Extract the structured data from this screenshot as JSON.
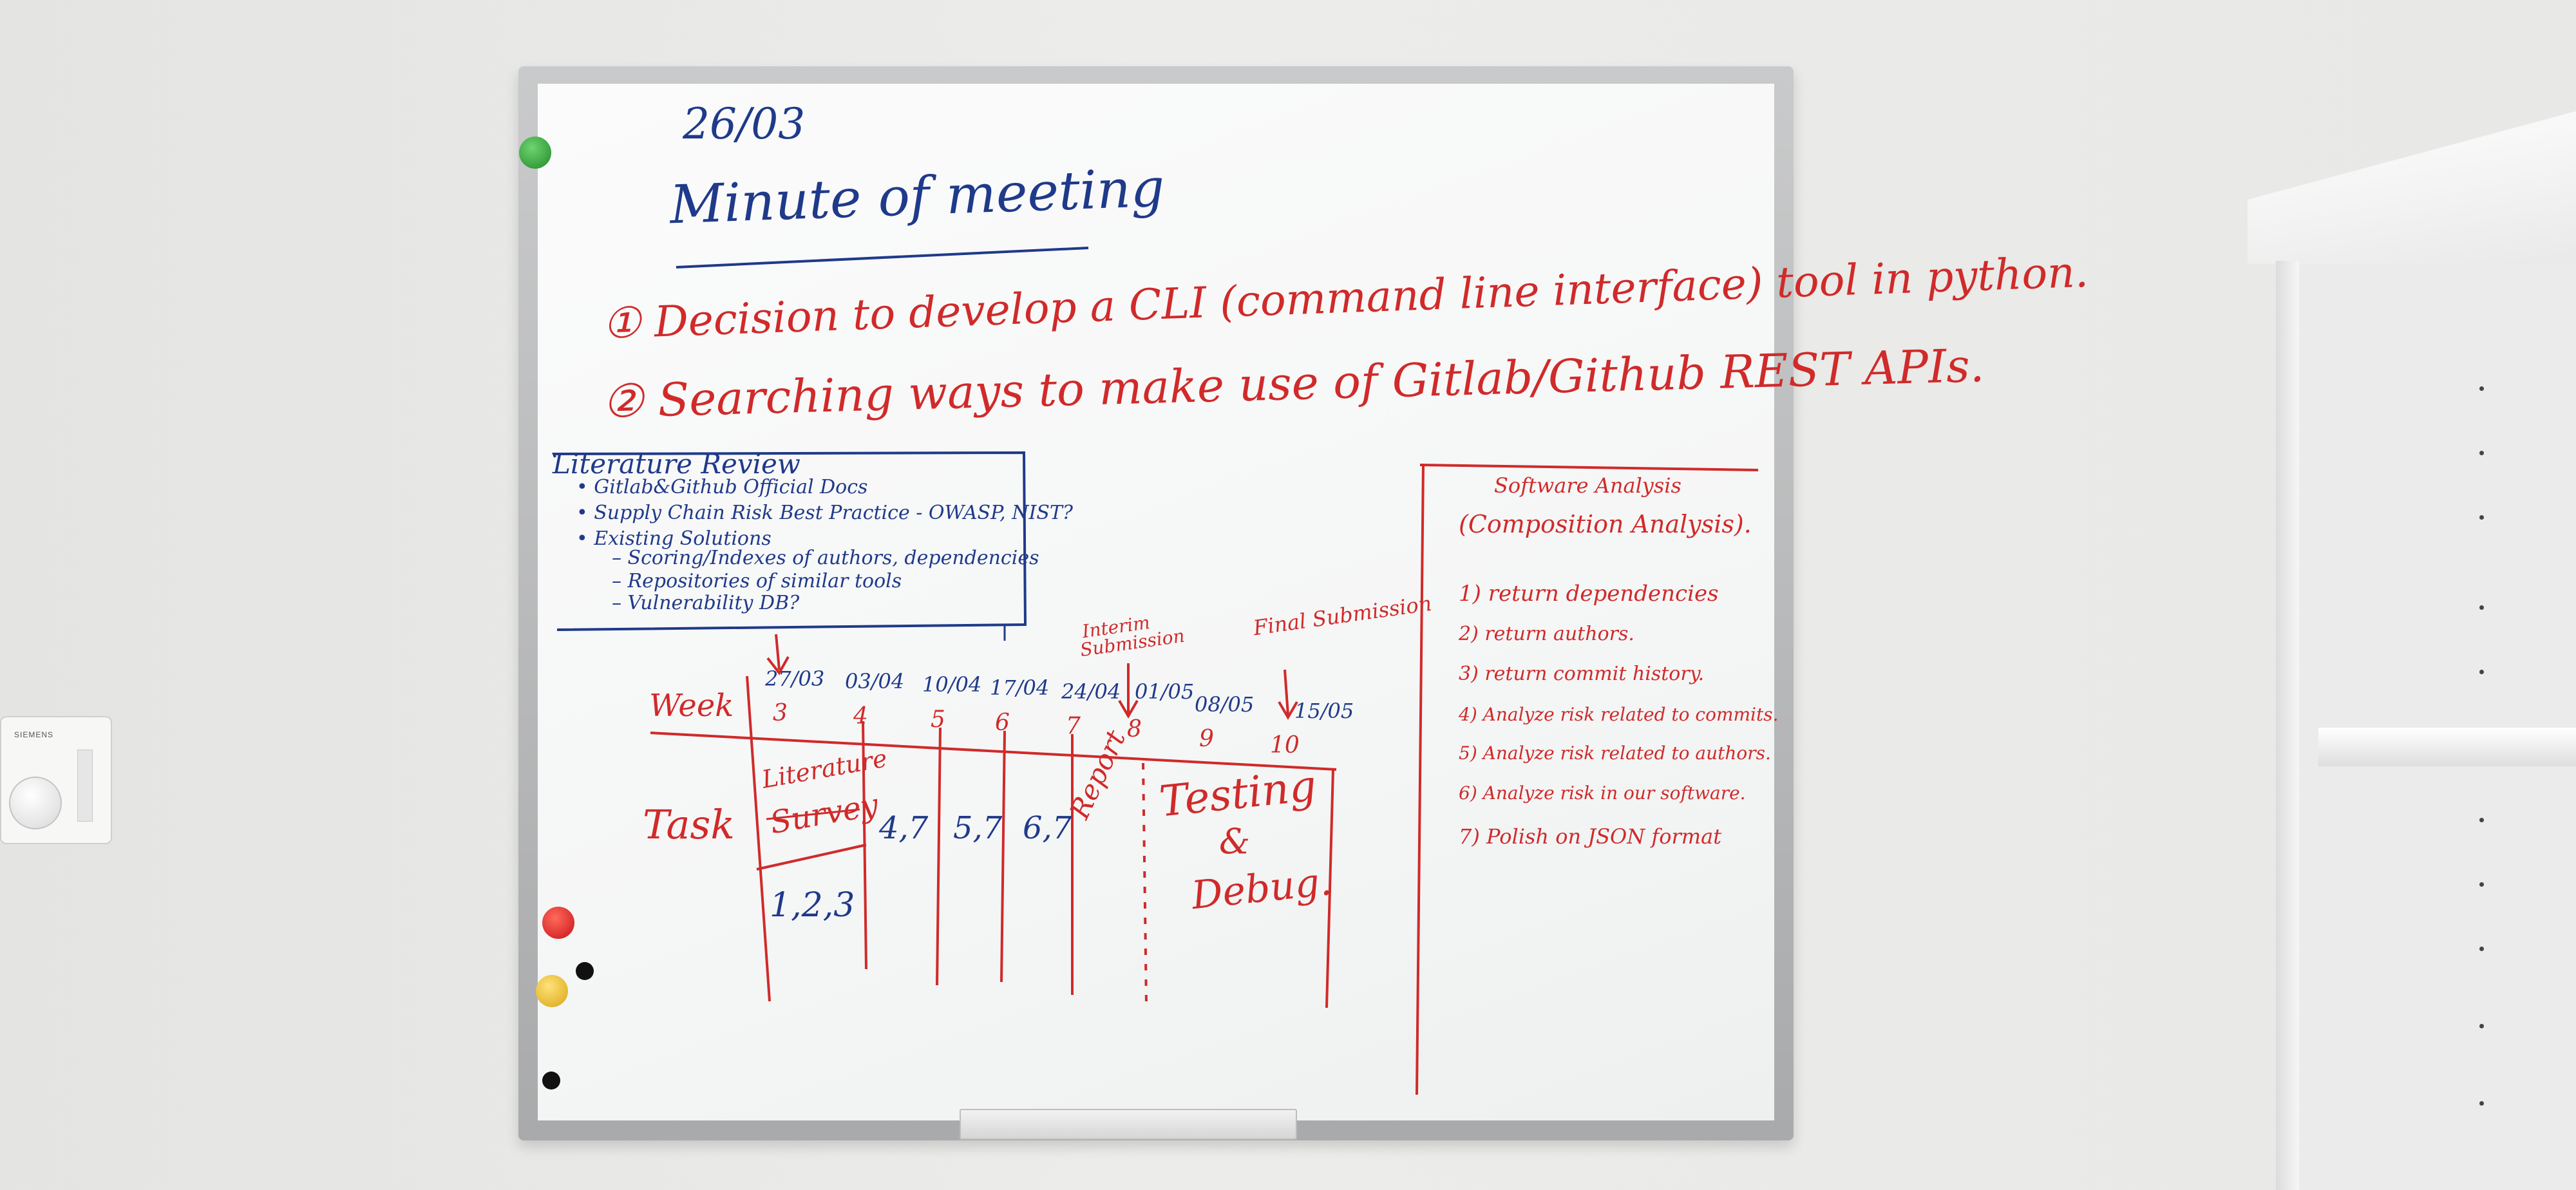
{
  "board": {
    "date": "26/03",
    "title": "Minute of meeting",
    "decisions": [
      "① Decision to develop a CLI (command line interface) tool in python.",
      "② Searching ways to make use of Gitlab/Github REST APIs."
    ],
    "literature_review": {
      "heading": "Literature Review",
      "items": [
        "• Gitlab&Github Official Docs",
        "• Supply Chain Risk Best Practice - OWASP, NIST?",
        "• Existing Solutions",
        "– Scoring/Indexes of authors, dependencies",
        "– Repositories of similar tools",
        "– Vulnerability DB?"
      ]
    },
    "timeline": {
      "row_label_week": "Week",
      "row_label_task": "Task",
      "interim_label": "Interim Submission",
      "final_label": "Final Submission",
      "weeks": [
        {
          "date": "27/03",
          "week": "3"
        },
        {
          "date": "03/04",
          "week": "4"
        },
        {
          "date": "10/04",
          "week": "5"
        },
        {
          "date": "17/04",
          "week": "6"
        },
        {
          "date": "24/04",
          "week": "7"
        },
        {
          "date": "01/05",
          "week": "8"
        },
        {
          "date": "08/05",
          "week": "9"
        },
        {
          "date": "15/05",
          "week": "10"
        }
      ],
      "tasks": {
        "literature": "Literature",
        "survey": "Survey",
        "survey_items": "1,2,3",
        "week4": "4,7",
        "week5": "5,7",
        "week6": "6,7",
        "report": "Report",
        "testing": "Testing",
        "amp": "&",
        "debug": "Debug."
      }
    },
    "software_analysis": {
      "heading": "Software Analysis",
      "subheading": "(Composition Analysis).",
      "items": [
        "1) return dependencies",
        "2) return authors.",
        "3) return commit history.",
        "4) Analyze risk related to commits.",
        "5) Analyze risk related to authors.",
        "6) Analyze risk in our software.",
        "7) Polish on JSON format"
      ]
    }
  },
  "thermostat": {
    "brand": "SIEMENS"
  },
  "colors": {
    "marker_blue": "#1f3a8a",
    "marker_red": "#d02a2a",
    "frame": "#b5b6b7"
  }
}
